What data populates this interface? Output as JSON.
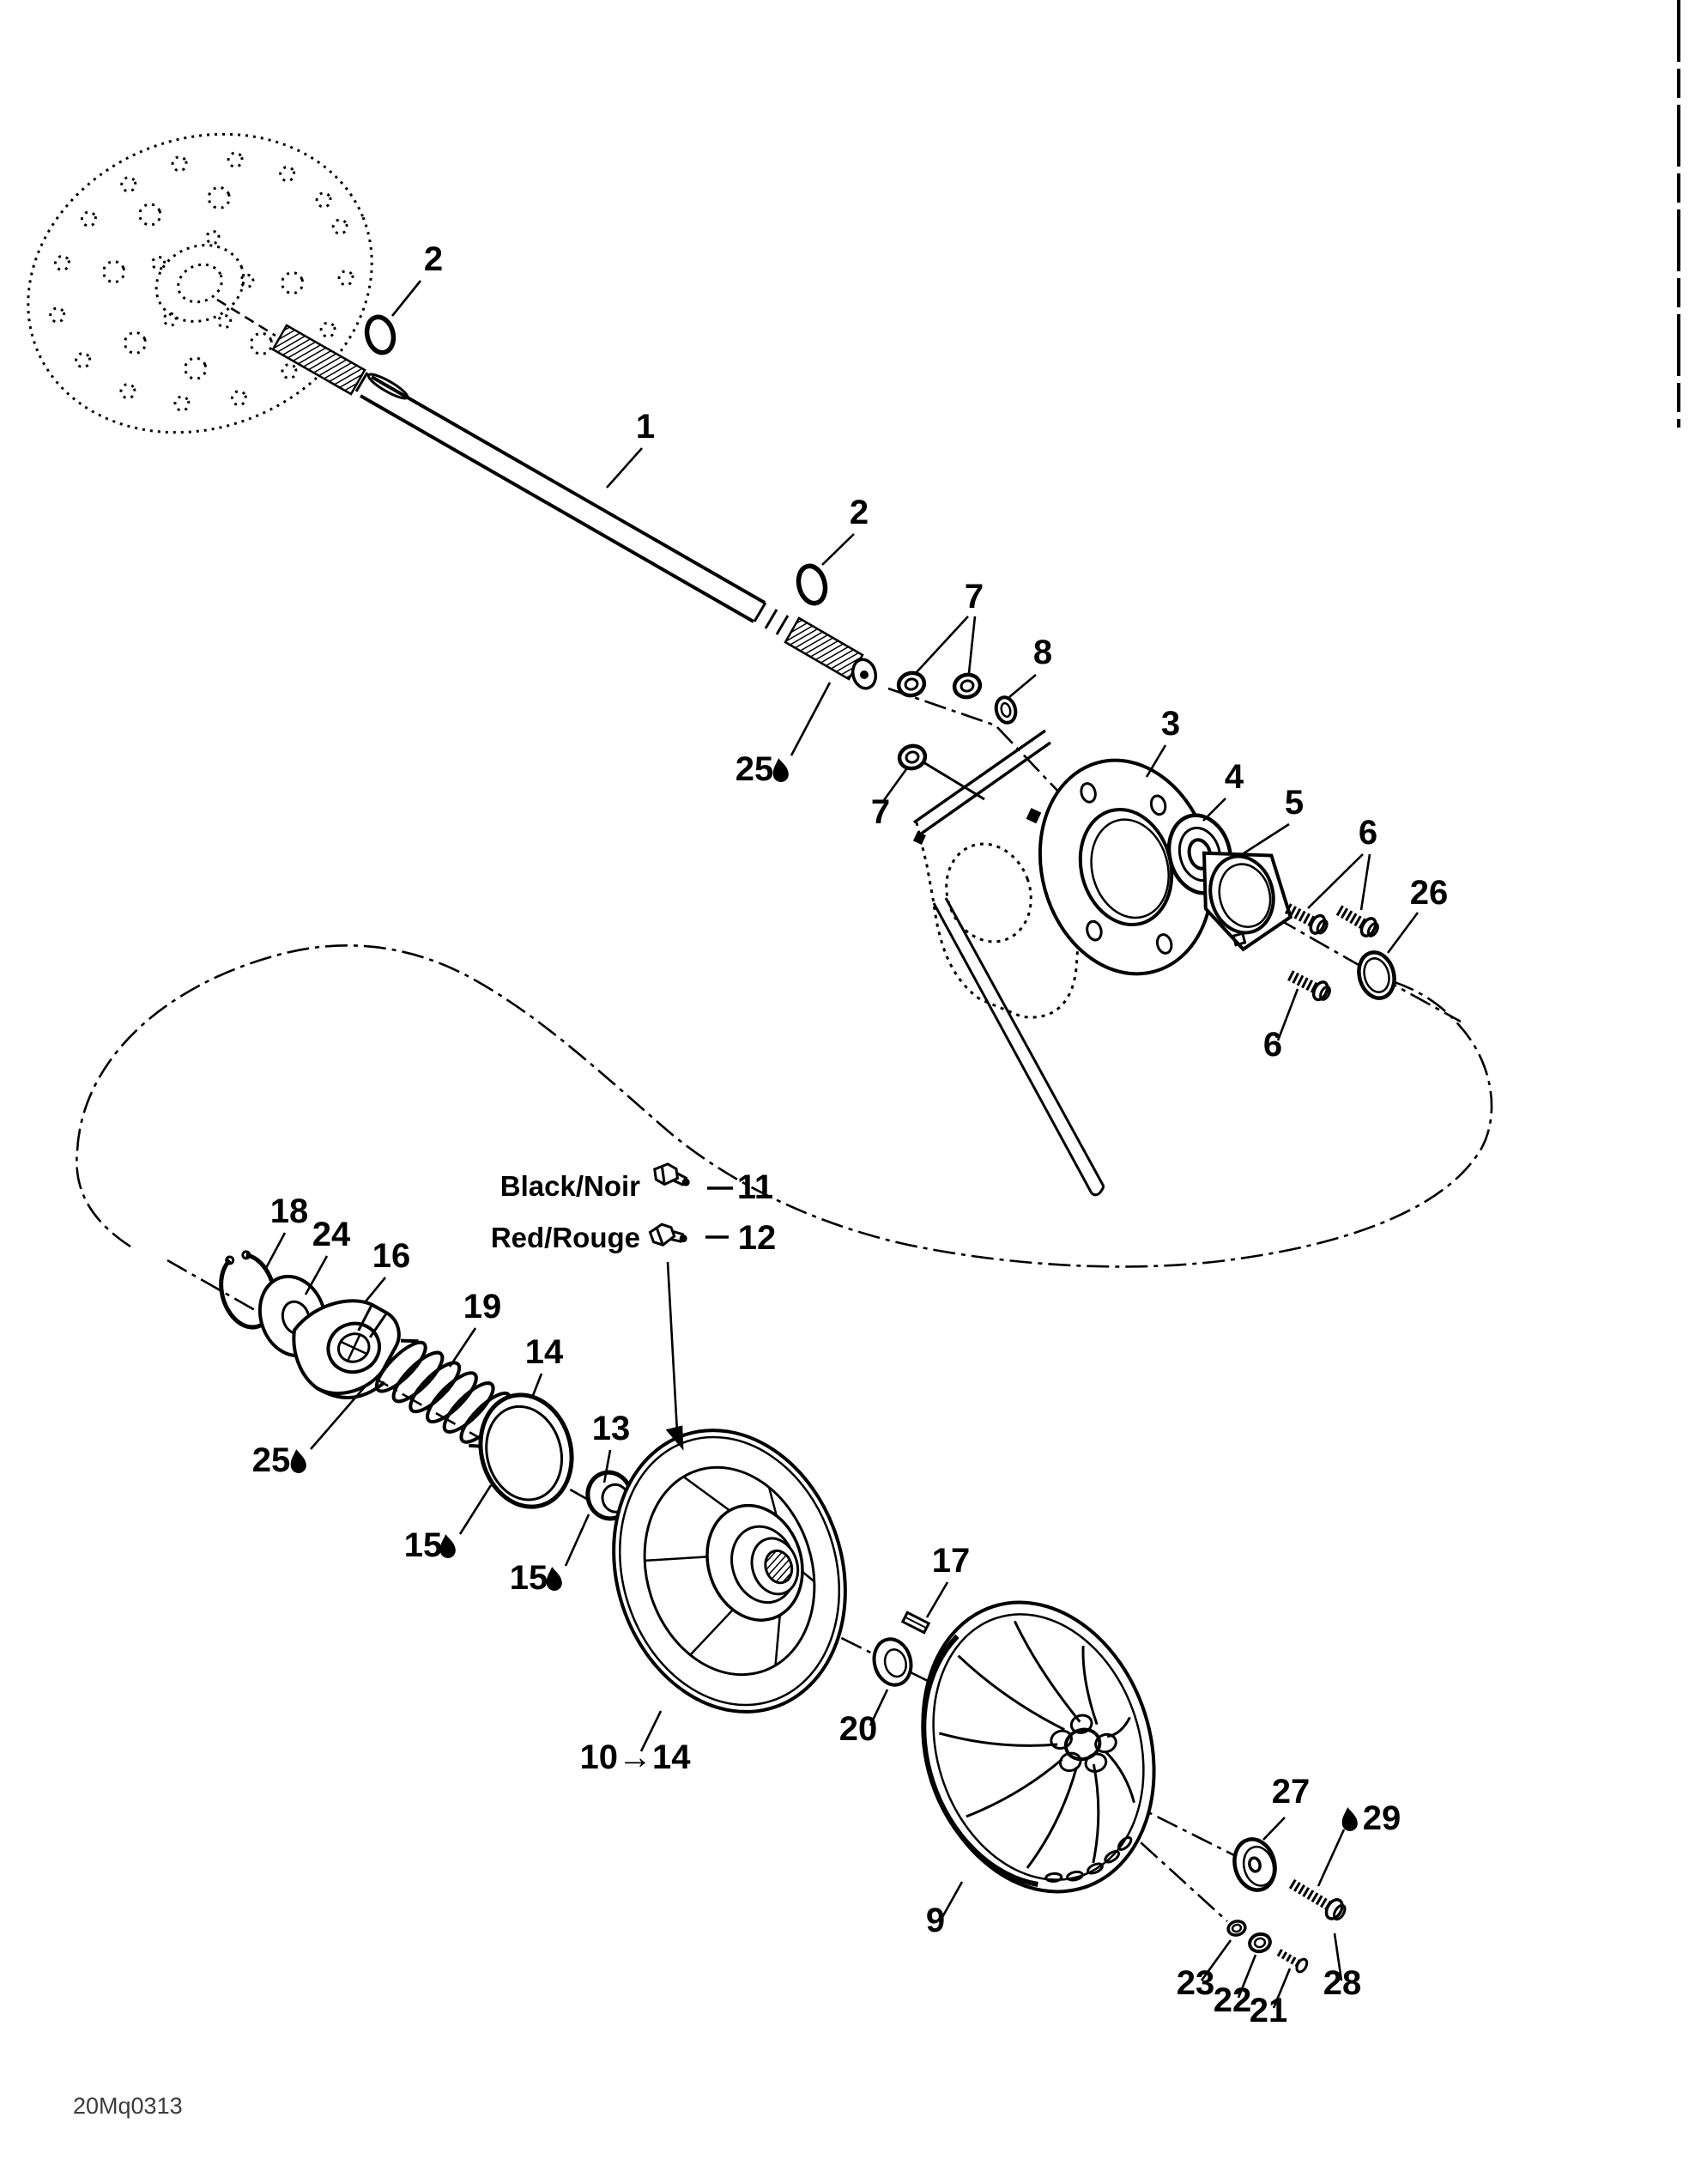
{
  "diagram": {
    "code": "20Mq0313",
    "connector_labels": {
      "black": "Black/Noir",
      "red": "Red/Rouge"
    },
    "range_label": "10→14",
    "colors": {
      "ink": "#000000",
      "code_gray": "#3c3c3c",
      "background": "#ffffff"
    },
    "icons": {
      "lubricant": "droplet-icon"
    }
  },
  "callouts": {
    "c1": "1",
    "c2a": "2",
    "c2b": "2",
    "c3": "3",
    "c4": "4",
    "c5": "5",
    "c6a": "6",
    "c6b": "6",
    "c7a": "7",
    "c7b": "7",
    "c8": "8",
    "c9": "9",
    "c11": "11",
    "c12": "12",
    "c13": "13",
    "c14": "14",
    "c15a": "15",
    "c15b": "15",
    "c16": "16",
    "c17": "17",
    "c18": "18",
    "c19": "19",
    "c20": "20",
    "c21": "21",
    "c22": "22",
    "c23": "23",
    "c24": "24",
    "c25a": "25",
    "c25b": "25",
    "c26": "26",
    "c27": "27",
    "c28": "28",
    "c29": "29"
  }
}
